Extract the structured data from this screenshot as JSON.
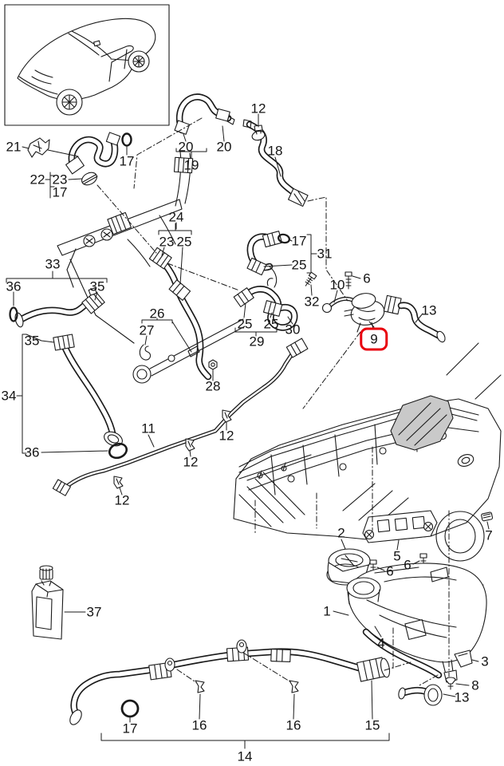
{
  "diagram": {
    "type": "exploded-parts-diagram",
    "subject": "Cooling system - water hoses, valve and expansion tank",
    "background": "#ffffff",
    "line_color": "#1a1a1a",
    "highlight_color": "#e8000d",
    "highlighted_callout": "9",
    "vehicle_thumbnail": "panamera-sedan-line-drawing"
  },
  "callouts": [
    {
      "text": "21"
    },
    {
      "text": "17"
    },
    {
      "text": "22"
    },
    {
      "text": "23"
    },
    {
      "text": "17"
    },
    {
      "text": "20"
    },
    {
      "text": "19"
    },
    {
      "text": "20"
    },
    {
      "text": "12"
    },
    {
      "text": "18"
    },
    {
      "text": "24"
    },
    {
      "text": "23"
    },
    {
      "text": "25"
    },
    {
      "text": "33"
    },
    {
      "text": "36"
    },
    {
      "text": "35"
    },
    {
      "text": "35"
    },
    {
      "text": "34"
    },
    {
      "text": "36"
    },
    {
      "text": "26"
    },
    {
      "text": "27"
    },
    {
      "text": "28"
    },
    {
      "text": "25"
    },
    {
      "text": "25"
    },
    {
      "text": "29"
    },
    {
      "text": "30"
    },
    {
      "text": "17"
    },
    {
      "text": "31"
    },
    {
      "text": "25"
    },
    {
      "text": "32"
    },
    {
      "text": "10"
    },
    {
      "text": "6"
    },
    {
      "text": "9",
      "highlighted": true
    },
    {
      "text": "13"
    },
    {
      "text": "11"
    },
    {
      "text": "12"
    },
    {
      "text": "12"
    },
    {
      "text": "12"
    },
    {
      "text": "37"
    },
    {
      "text": "2"
    },
    {
      "text": "5"
    },
    {
      "text": "6"
    },
    {
      "text": "6"
    },
    {
      "text": "7"
    },
    {
      "text": "1"
    },
    {
      "text": "4"
    },
    {
      "text": "3"
    },
    {
      "text": "8"
    },
    {
      "text": "13"
    },
    {
      "text": "17"
    },
    {
      "text": "16"
    },
    {
      "text": "16"
    },
    {
      "text": "15"
    },
    {
      "text": "14"
    }
  ]
}
